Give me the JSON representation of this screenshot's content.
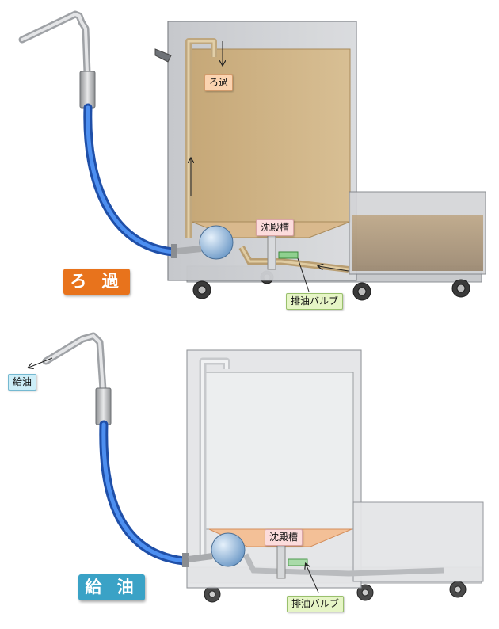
{
  "top_section": {
    "title": "ろ 過",
    "label_filter": "ろ過",
    "label_sediment_tank": "沈殿槽",
    "label_drain_valve": "排油バルブ"
  },
  "bottom_section": {
    "title": "給 油",
    "label_oil_supply": "給油",
    "label_sediment_tank": "沈殿槽",
    "label_drain_valve": "排油バルブ"
  },
  "colors": {
    "filter_label_bg": "#fbd3b0",
    "sediment_label_bg": "#fcdcdc",
    "valve_label_bg": "#e6f5c6",
    "supply_label_bg": "#cdeef8",
    "filter_title_bg": "#e8731c",
    "supply_title_bg": "#3aa2c6",
    "hose_blue": "#2f6fd6",
    "oil_tan": "#c9aa74",
    "cabinet_grey": "#cfd1d5"
  }
}
